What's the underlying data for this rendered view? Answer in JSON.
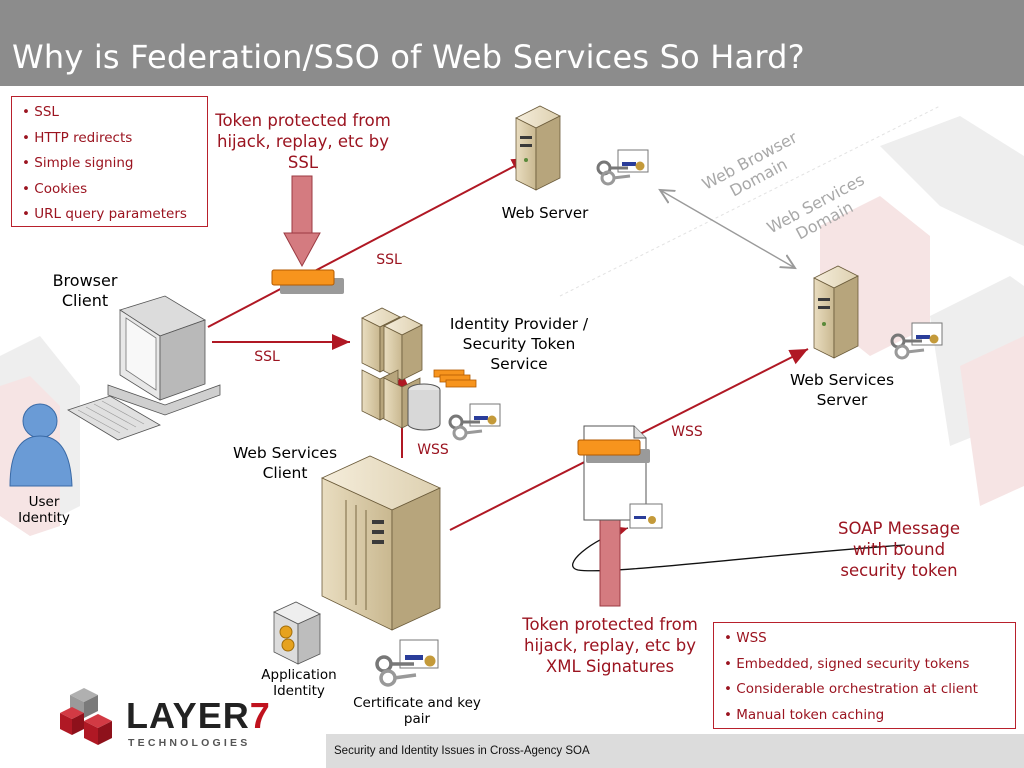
{
  "title": "Why is Federation/SSO of Web Services So Hard?",
  "browser_box": {
    "items": [
      "SSL",
      "HTTP redirects",
      "Simple signing",
      "Cookies",
      "URL query parameters"
    ]
  },
  "ws_box": {
    "items": [
      "WSS",
      "Embedded, signed security tokens",
      "Considerable orchestration at client",
      "Manual token caching"
    ]
  },
  "labels": {
    "token_ssl": "Token protected from hijack, replay, etc by SSL",
    "web_server": "Web Server",
    "browser_domain": "Web Browser Domain",
    "ws_domain": "Web Services Domain",
    "browser_client": "Browser Client",
    "ssl_top": "SSL",
    "ssl_mid": "SSL",
    "idp": "Identity Provider / Security Token Service",
    "ws_server": "Web Services Server",
    "user_identity": "User Identity",
    "ws_client": "Web Services Client",
    "wss_left": "WSS",
    "wss_right": "WSS",
    "soap": "SOAP Message with bound security token",
    "token_xml": "Token protected from hijack, replay, etc by XML Signatures",
    "app_identity": "Application Identity",
    "cert": "Certificate and key pair"
  },
  "footer": "Security and Identity Issues in Cross-Agency SOA",
  "logo": {
    "word": "LAYER",
    "num": "7",
    "sub": "TECHNOLOGIES"
  },
  "colors": {
    "accent_red": "#9b1420",
    "title_bar": "#8c8c8c",
    "token": "#f7941d",
    "arrow_fill": "#d47b80"
  }
}
